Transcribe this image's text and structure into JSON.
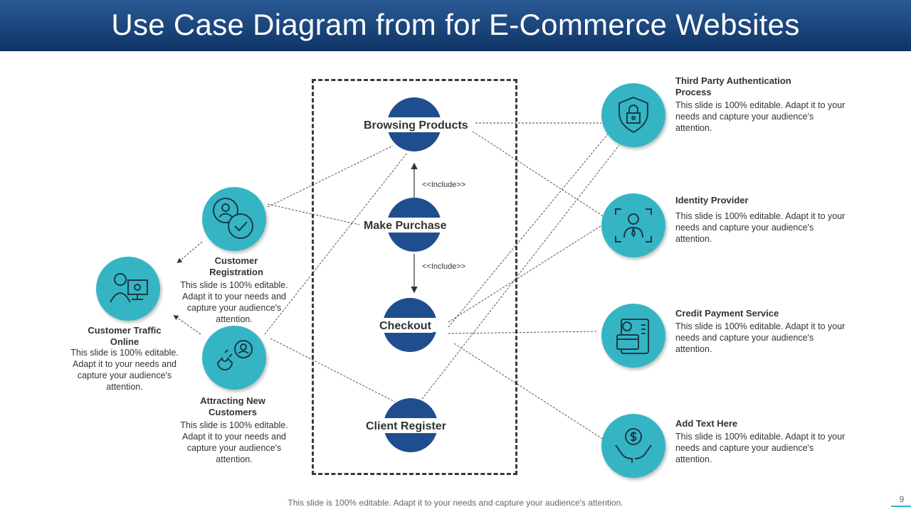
{
  "title": "Use Case Diagram from for E-Commerce Websites",
  "use_cases": {
    "browsing_products": "Browsing Products",
    "make_purchase": "Make Purchase",
    "checkout": "Checkout",
    "client_register": "Client Register"
  },
  "relations": {
    "include_top": "<<Include>>",
    "include_bottom": "<<Include>>"
  },
  "left_actors": [
    {
      "title": "Customer Registration",
      "text": "This slide is 100% editable. Adapt it to your needs and capture your audience's attention.",
      "icon": "user-check-icon"
    },
    {
      "title": "Customer Traffic Online",
      "text": "This slide is 100% editable. Adapt it to your needs and capture your audience's attention.",
      "icon": "online-user-icon"
    },
    {
      "title": "Attracting New Customers",
      "text": "This slide is 100% editable. Adapt it to your needs and capture your audience's attention.",
      "icon": "magnet-user-icon"
    }
  ],
  "right_actors": [
    {
      "title": "Third Party Authentication Process",
      "text": "This slide is 100% editable. Adapt it to your needs and capture your audience's attention.",
      "icon": "shield-lock-icon"
    },
    {
      "title": "Identity Provider",
      "text": "This slide is 100% editable. Adapt it to your needs and capture your audience's attention.",
      "icon": "identity-scan-icon"
    },
    {
      "title": "Credit Payment Service",
      "text": "This slide is 100% editable. Adapt it to your needs and capture your audience's attention.",
      "icon": "credit-card-icon"
    },
    {
      "title": "Add Text Here",
      "text": "This slide is 100% editable. Adapt it to your needs and capture your audience's attention.",
      "icon": "hands-dollar-icon"
    }
  ],
  "footer": "This slide is 100% editable. Adapt it to your needs and capture your audience's attention.",
  "page_number": "9",
  "colors": {
    "header": "#1b4278",
    "use_case": "#1f4e8f",
    "actor": "#35b5c3"
  }
}
